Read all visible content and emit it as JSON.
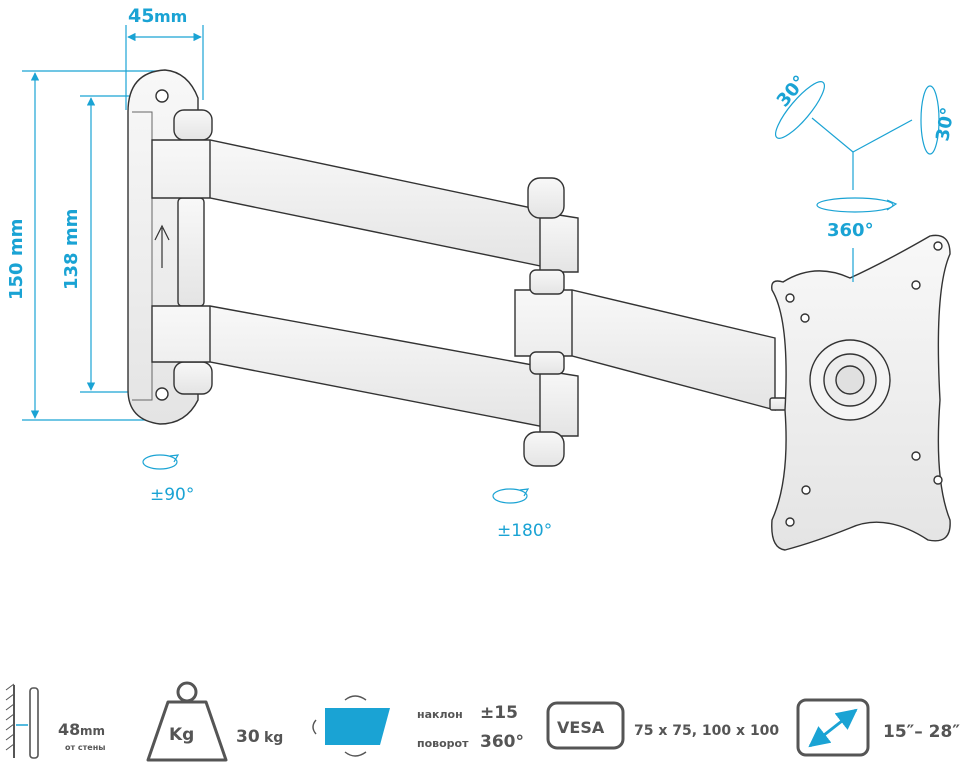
{
  "colors": {
    "accent": "#1aa3d4",
    "line": "#333333",
    "spec_text": "#555555"
  },
  "dimensions": {
    "depth": {
      "value": "45",
      "unit": "mm"
    },
    "outer_height": "150 mm",
    "inner_height": "138 mm"
  },
  "rotations": {
    "wall_swivel": "±90°",
    "arm_swivel": "±180°",
    "head_rotate": "360°",
    "tilt_left": "30°",
    "tilt_right": "30°"
  },
  "specs": {
    "wall_distance": {
      "value": "48",
      "unit": "mm",
      "caption": "от стены",
      "icon": "wall-distance-icon"
    },
    "load": {
      "weight_label": "Kg",
      "value": "30",
      "unit": "kg",
      "icon": "weight-icon"
    },
    "motion": {
      "tilt_label": "наклон",
      "tilt_value": "±15",
      "rotate_label": "поворот",
      "rotate_value": "360°",
      "icon": "screen-motion-icon"
    },
    "vesa": {
      "label": "VESA",
      "value": "75 x 75, 100 x 100",
      "icon": "vesa-icon"
    },
    "screen_size": {
      "value": "15″– 28″",
      "icon": "diagonal-icon"
    }
  }
}
